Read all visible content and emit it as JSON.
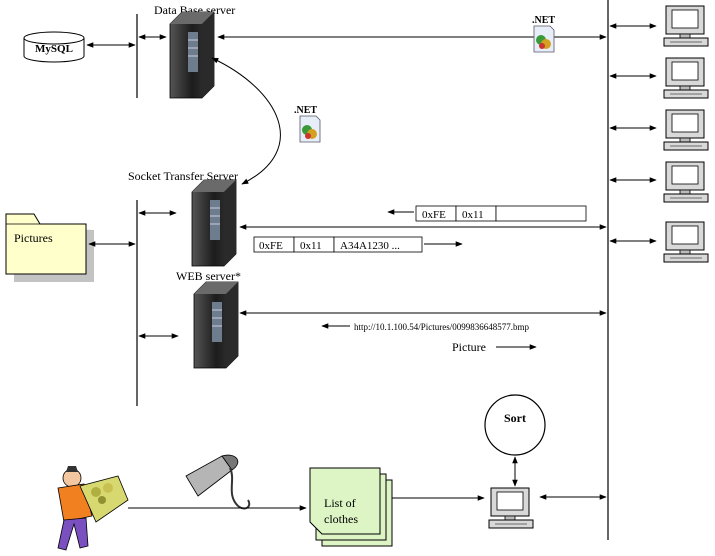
{
  "servers": {
    "database": "Data Base server",
    "socket": "Socket Transfer Server",
    "web": "WEB server*"
  },
  "storage": {
    "mysql": "MySQL",
    "pictures_folder": "Pictures"
  },
  "badges": {
    "net_top": ".NET",
    "net_middle": ".NET"
  },
  "packets": {
    "request": [
      "0xFE",
      "0x11",
      ""
    ],
    "response": [
      "0xFE",
      "0x11",
      "A34A1230 ..."
    ]
  },
  "url_text": "http://10.1.100.54/Pictures/0099836648577.bmp",
  "picture_label": "Picture",
  "sort_label": "Sort",
  "list_label": [
    "List of",
    "clothes"
  ],
  "colors": {
    "folder_fill": "#ffffcc",
    "list_fill": "#ddf5c5",
    "server_dark": "#2b2b2b",
    "net_green": "#3a9a3a",
    "net_gold": "#d4a020",
    "person_shirt": "#f08020",
    "person_pants": "#7a50c0",
    "basket": "#d8d870"
  }
}
